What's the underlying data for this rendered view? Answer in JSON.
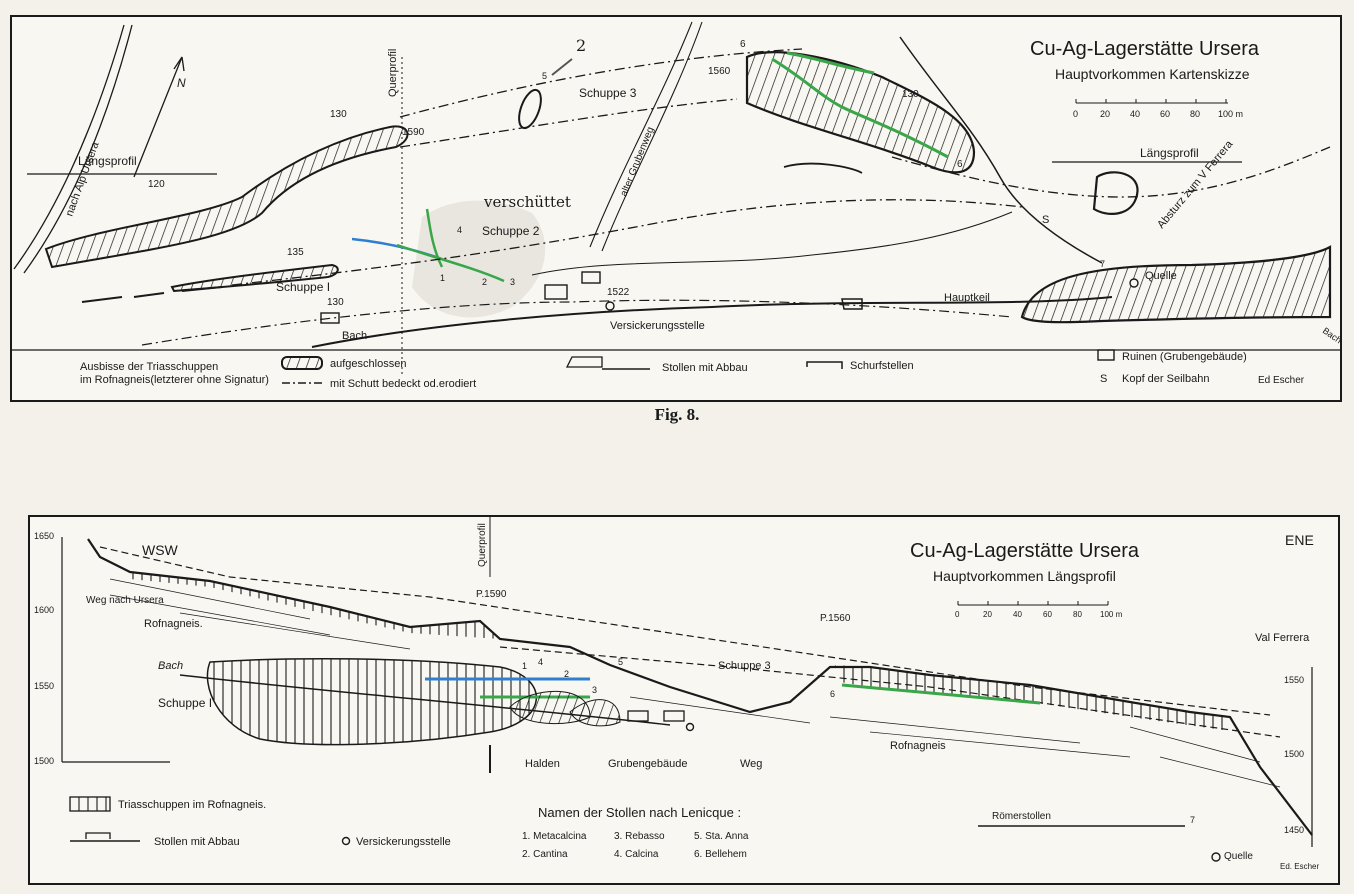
{
  "map": {
    "title": "Cu-Ag-Lagerstätte Ursera",
    "subtitle": "Hauptvorkommen Kartenskizze",
    "scale_ticks": [
      "0",
      "20",
      "40",
      "60",
      "80",
      "100 m"
    ],
    "north": "N",
    "labels": {
      "alp": "nach Alp Ursera",
      "querprofil": "Querprofil",
      "laengsprofil_left": "Längsprofil",
      "laengsprofil_right": "Längsprofil",
      "schuppe1": "Schuppe I",
      "schuppe2": "Schuppe 2",
      "schuppe3": "Schuppe 3",
      "grubenweg": "alter Grubenweg",
      "absturz": "Absturz zum V Ferrera",
      "quelle": "Quelle",
      "hauptkeil": "Hauptkeil",
      "bach": "Bach",
      "versickerung": "Versickerungsstelle",
      "verschuettet": "verschüttet",
      "arrow_note": "2",
      "seilbahn_s": "S"
    },
    "elevations": [
      "1590",
      "1560",
      "1522"
    ],
    "dips": [
      "130",
      "120",
      "130",
      "135",
      "130"
    ],
    "stollen_numbers": [
      "1",
      "2",
      "3",
      "4",
      "5",
      "6",
      "6",
      "7"
    ],
    "legend": {
      "aussiss_line1": "Ausbisse der Triasschuppen",
      "aussiss_line2": "im Rofnagneis(letzterer ohne Signatur)",
      "aufgeschlossen": "aufgeschlossen",
      "schutt": "mit Schutt bedeckt od.erodiert",
      "stollen": "Stollen mit Abbau",
      "schurf": "Schurfstellen",
      "ruinen": "Ruinen (Grubengebäude)",
      "seilbahn": "Kopf der Seilbahn",
      "seilbahn_symbol": "S",
      "author": "Ed Escher"
    }
  },
  "caption": "Fig. 8.",
  "profile": {
    "title": "Cu-Ag-Lagerstätte Ursera",
    "subtitle": "Hauptvorkommen Längsprofil",
    "scale_ticks": [
      "0",
      "20",
      "40",
      "60",
      "80",
      "100 m"
    ],
    "wsw": "WSW",
    "ene": "ENE",
    "left_axis": [
      "1650",
      "1600",
      "1550",
      "1500"
    ],
    "right_axis": [
      "1550",
      "1500",
      "1450"
    ],
    "labels": {
      "weg": "Weg nach Ursera",
      "rofnagneis_left": "Rofnagneis.",
      "rofnagneis_right": "Rofnagneis",
      "bach": "Bach",
      "schuppe1": "Schuppe I",
      "schuppe3": "Schuppe 3",
      "querprofil": "Querprofil",
      "p1590": "P.1590",
      "p1560": "P.1560",
      "val_ferrera": "Val Ferrera",
      "halden": "Halden",
      "grubengebaeude": "Grubengebäude",
      "weg_bottom": "Weg",
      "roemerstollen": "Römerstollen",
      "quelle": "Quelle",
      "author": "Ed. Escher"
    },
    "stollen_numbers": [
      "1",
      "4",
      "2",
      "3",
      "5",
      "6",
      "7"
    ],
    "legend": {
      "triasschuppen": "Triasschuppen im Rofnagneis.",
      "stollen": "Stollen mit Abbau",
      "versickerung": "Versickerungsstelle"
    },
    "stollen_names": {
      "heading": "Namen der Stollen nach Lenicque :",
      "items": [
        "1. Metacalcina",
        "2. Cantina",
        "3. Rebasso",
        "4. Calcina",
        "5. Sta. Anna",
        "6. Bellehem"
      ]
    }
  },
  "colors": {
    "ink": "#1a1a1a",
    "green": "#3aa64a",
    "blue": "#2f7fd1",
    "paper": "#f8f7f2"
  }
}
